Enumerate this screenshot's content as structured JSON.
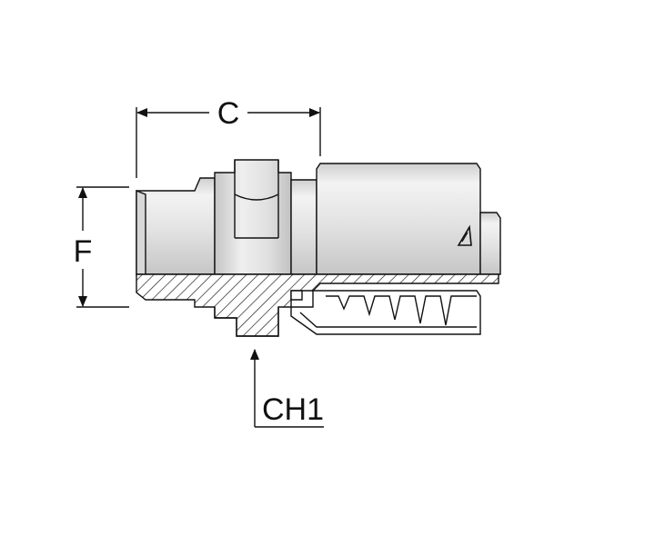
{
  "diagram": {
    "labels": {
      "c": "C",
      "f": "F",
      "ch1": "CH1"
    },
    "colors": {
      "line": "#111111",
      "metal_light": "#eaeaea",
      "metal_mid": "#d4d4d4",
      "metal_dark": "#b9b9b9",
      "section_fill": "#ffffff",
      "hatch": "#222222"
    },
    "icons": [
      "crimp-mark-icon"
    ]
  }
}
